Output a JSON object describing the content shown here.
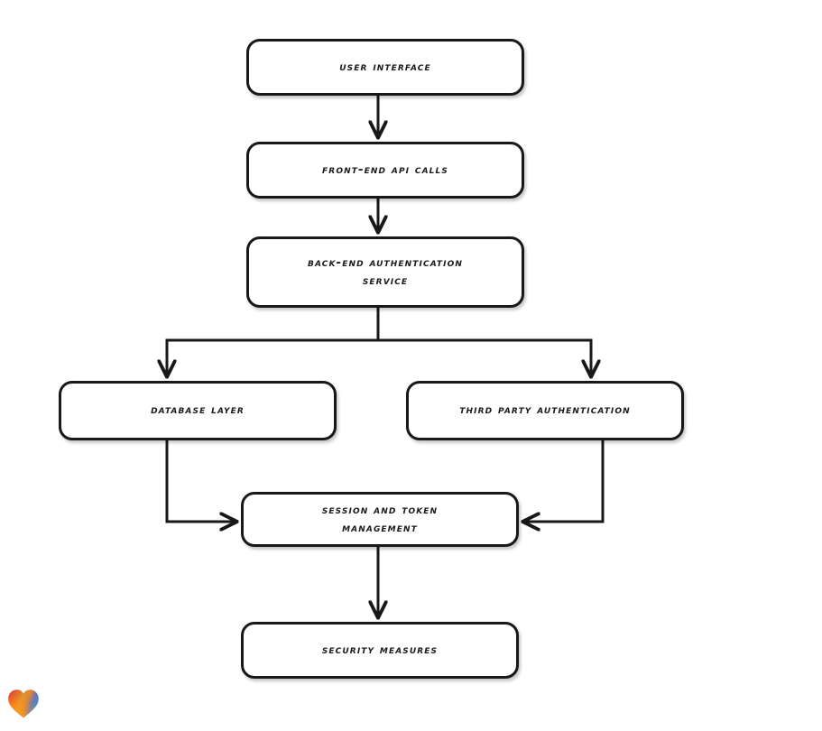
{
  "diagram": {
    "type": "flowchart",
    "style": "hand-drawn",
    "background_color": "#ffffff",
    "stroke_color": "#18181a",
    "nodes": [
      {
        "id": "user-interface",
        "label": "User Interface"
      },
      {
        "id": "frontend-api-calls",
        "label": "Front-End API Calls"
      },
      {
        "id": "backend-auth",
        "label": "Back-End Authentication\nService"
      },
      {
        "id": "database-layer",
        "label": "Database Layer"
      },
      {
        "id": "third-party-auth",
        "label": "Third Party Authentication"
      },
      {
        "id": "session-token",
        "label": "Session and Token\nManagement"
      },
      {
        "id": "security-measures",
        "label": "Security Measures"
      }
    ],
    "edges": [
      {
        "from": "user-interface",
        "to": "frontend-api-calls",
        "direction": "down"
      },
      {
        "from": "frontend-api-calls",
        "to": "backend-auth",
        "direction": "down"
      },
      {
        "from": "backend-auth",
        "to": "database-layer",
        "direction": "down-left-branch"
      },
      {
        "from": "backend-auth",
        "to": "third-party-auth",
        "direction": "down-right-branch"
      },
      {
        "from": "database-layer",
        "to": "session-token",
        "direction": "down-then-right"
      },
      {
        "from": "third-party-auth",
        "to": "session-token",
        "direction": "down-then-left"
      },
      {
        "from": "session-token",
        "to": "security-measures",
        "direction": "down"
      }
    ]
  },
  "watermark": {
    "icon": "heart-icon",
    "gradient_from": "#e8202a",
    "gradient_mid": "#f28c1e",
    "gradient_to": "#1f9ad6"
  }
}
